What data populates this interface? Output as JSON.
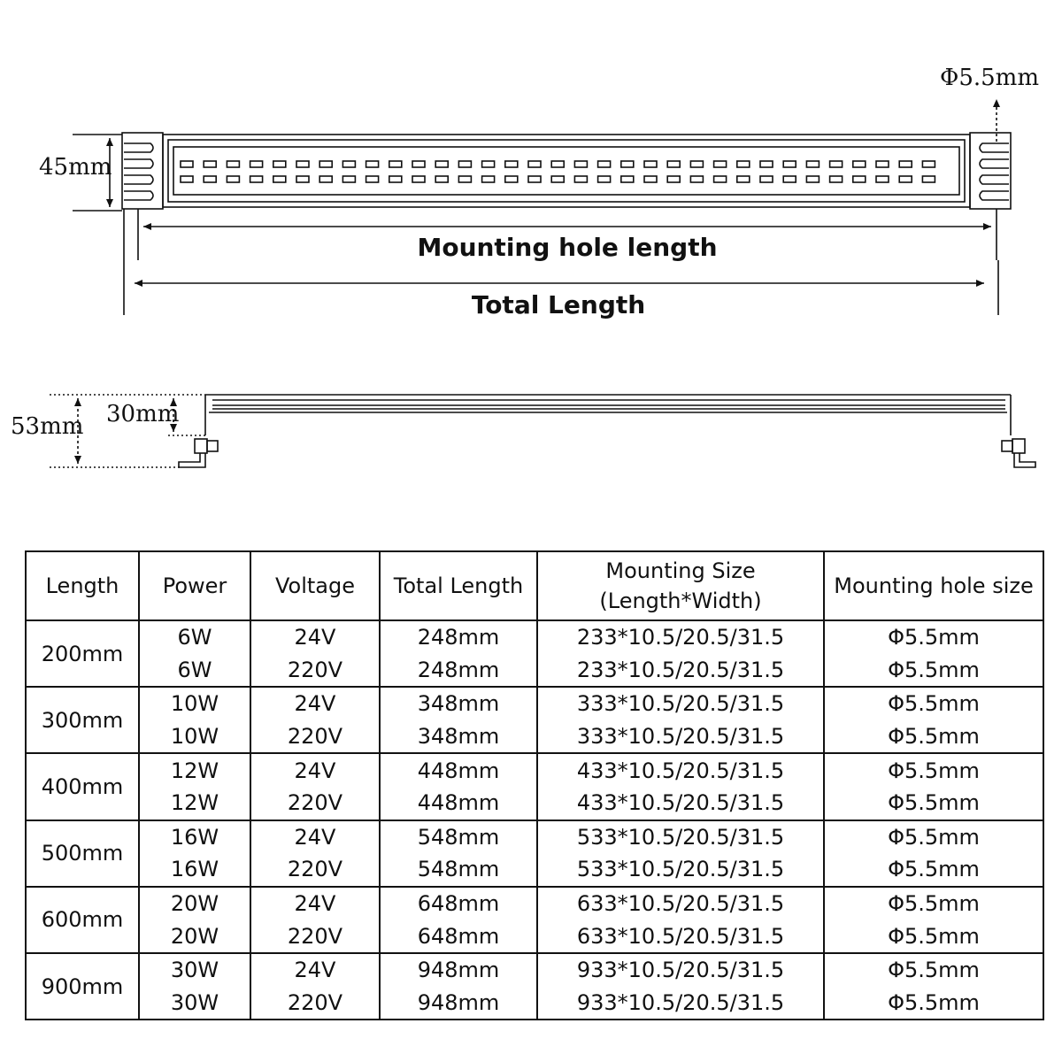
{
  "diagram": {
    "hole_diameter_label": "Φ5.5mm",
    "height_label": "45mm",
    "mounting_hole_length_label": "Mounting hole length",
    "total_length_label": "Total Length",
    "side_total_height_label": "53mm",
    "side_body_height_label": "30mm"
  },
  "table": {
    "headers": [
      "Length",
      "Power",
      "Voltage",
      "Total Length",
      "Mounting Size",
      "Mounting hole size"
    ],
    "mounting_size_subheader": "(Length*Width)",
    "groups": [
      {
        "length": "200mm",
        "rows": [
          {
            "power": "6W",
            "voltage": "24V",
            "total": "248mm",
            "mount": "233*10.5/20.5/31.5",
            "hole": "Φ5.5mm"
          },
          {
            "power": "6W",
            "voltage": "220V",
            "total": "248mm",
            "mount": "233*10.5/20.5/31.5",
            "hole": "Φ5.5mm"
          }
        ]
      },
      {
        "length": "300mm",
        "rows": [
          {
            "power": "10W",
            "voltage": "24V",
            "total": "348mm",
            "mount": "333*10.5/20.5/31.5",
            "hole": "Φ5.5mm"
          },
          {
            "power": "10W",
            "voltage": "220V",
            "total": "348mm",
            "mount": "333*10.5/20.5/31.5",
            "hole": "Φ5.5mm"
          }
        ]
      },
      {
        "length": "400mm",
        "rows": [
          {
            "power": "12W",
            "voltage": "24V",
            "total": "448mm",
            "mount": "433*10.5/20.5/31.5",
            "hole": "Φ5.5mm"
          },
          {
            "power": "12W",
            "voltage": "220V",
            "total": "448mm",
            "mount": "433*10.5/20.5/31.5",
            "hole": "Φ5.5mm"
          }
        ]
      },
      {
        "length": "500mm",
        "rows": [
          {
            "power": "16W",
            "voltage": "24V",
            "total": "548mm",
            "mount": "533*10.5/20.5/31.5",
            "hole": "Φ5.5mm"
          },
          {
            "power": "16W",
            "voltage": "220V",
            "total": "548mm",
            "mount": "533*10.5/20.5/31.5",
            "hole": "Φ5.5mm"
          }
        ]
      },
      {
        "length": "600mm",
        "rows": [
          {
            "power": "20W",
            "voltage": "24V",
            "total": "648mm",
            "mount": "633*10.5/20.5/31.5",
            "hole": "Φ5.5mm"
          },
          {
            "power": "20W",
            "voltage": "220V",
            "total": "648mm",
            "mount": "633*10.5/20.5/31.5",
            "hole": "Φ5.5mm"
          }
        ]
      },
      {
        "length": "900mm",
        "rows": [
          {
            "power": "30W",
            "voltage": "24V",
            "total": "948mm",
            "mount": "933*10.5/20.5/31.5",
            "hole": "Φ5.5mm"
          },
          {
            "power": "30W",
            "voltage": "220V",
            "total": "948mm",
            "mount": "933*10.5/20.5/31.5",
            "hole": "Φ5.5mm"
          }
        ]
      }
    ]
  }
}
